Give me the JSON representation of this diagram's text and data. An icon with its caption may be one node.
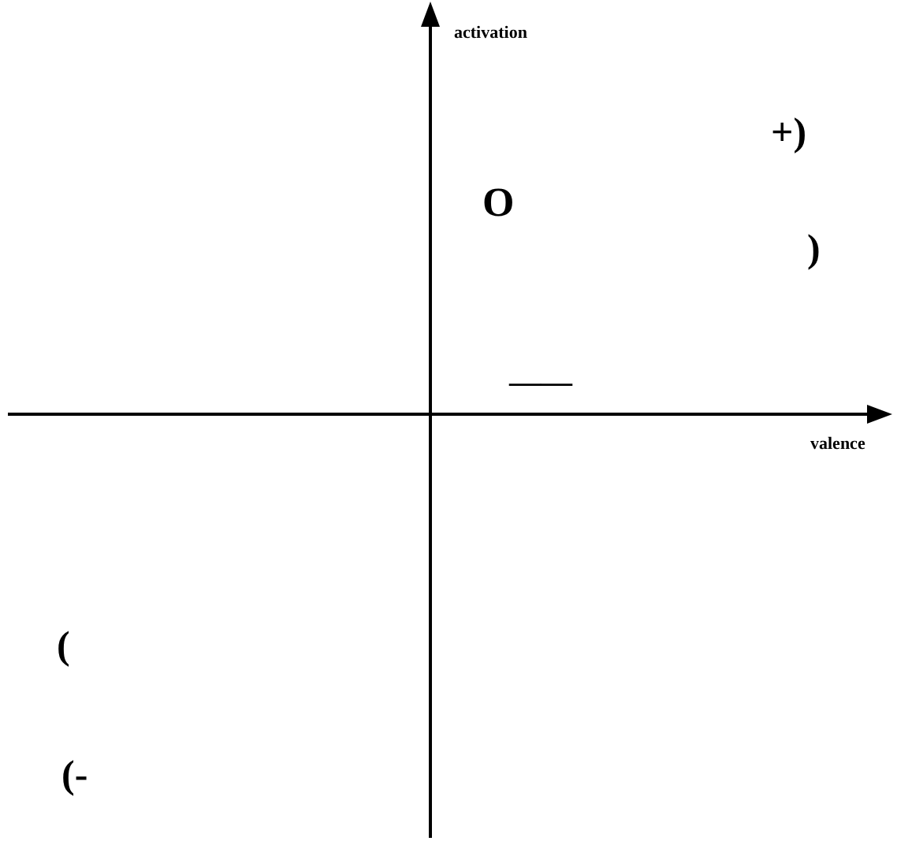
{
  "diagram": {
    "labels": [
      "activation",
      "+)",
      "O",
      ")",
      "——",
      "valence",
      "(",
      "(-"
    ]
  }
}
